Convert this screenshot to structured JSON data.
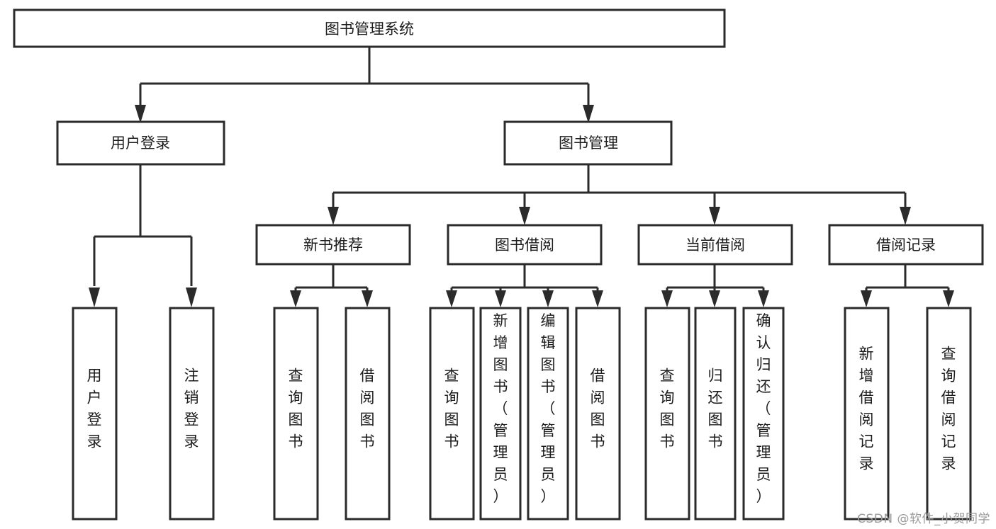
{
  "diagram": {
    "title": "图书管理系统",
    "type": "tree-hierarchy",
    "watermark": "CSDN @软件_小贺同学",
    "colors": {
      "stroke": "#2b2b2b",
      "fill": "#ffffff",
      "text": "#1c1c1c",
      "watermark": "#9a9a9a",
      "background": "#ffffff"
    },
    "root": {
      "label": "图书管理系统",
      "orientation": "horizontal"
    },
    "level2": [
      {
        "id": "user-login",
        "label": "用户登录",
        "orientation": "horizontal"
      },
      {
        "id": "book-management",
        "label": "图书管理",
        "orientation": "horizontal"
      }
    ],
    "level3": [
      {
        "id": "new-book-recommend",
        "label": "新书推荐",
        "parent": "book-management",
        "orientation": "horizontal"
      },
      {
        "id": "book-borrow",
        "label": "图书借阅",
        "parent": "book-management",
        "orientation": "horizontal"
      },
      {
        "id": "current-borrow",
        "label": "当前借阅",
        "parent": "book-management",
        "orientation": "horizontal"
      },
      {
        "id": "borrow-record",
        "label": "借阅记录",
        "parent": "book-management",
        "orientation": "horizontal"
      }
    ],
    "leaves": {
      "user-login": [
        {
          "id": "leaf-user-login",
          "label": "用户登录",
          "orientation": "vertical"
        },
        {
          "id": "leaf-logout-login",
          "label": "注销登录",
          "orientation": "vertical"
        }
      ],
      "new-book-recommend": [
        {
          "id": "leaf-query-book-1",
          "label": "查询图书",
          "orientation": "vertical"
        },
        {
          "id": "leaf-borrow-book-1",
          "label": "借阅图书",
          "orientation": "vertical"
        }
      ],
      "book-borrow": [
        {
          "id": "leaf-query-book-2",
          "label": "查询图书",
          "orientation": "vertical"
        },
        {
          "id": "leaf-add-book",
          "label": "新增图书（管理员）",
          "orientation": "vertical"
        },
        {
          "id": "leaf-edit-book",
          "label": "编辑图书（管理员）",
          "orientation": "vertical"
        },
        {
          "id": "leaf-borrow-book-2",
          "label": "借阅图书",
          "orientation": "vertical"
        }
      ],
      "current-borrow": [
        {
          "id": "leaf-query-book-3",
          "label": "查询图书",
          "orientation": "vertical"
        },
        {
          "id": "leaf-return-book",
          "label": "归还图书",
          "orientation": "vertical"
        },
        {
          "id": "leaf-confirm-return",
          "label": "确认归还（管理员）",
          "orientation": "vertical"
        }
      ],
      "borrow-record": [
        {
          "id": "leaf-add-record",
          "label": "新增借阅记录",
          "orientation": "vertical"
        },
        {
          "id": "leaf-query-record",
          "label": "查询借阅记录",
          "orientation": "vertical"
        }
      ]
    }
  }
}
